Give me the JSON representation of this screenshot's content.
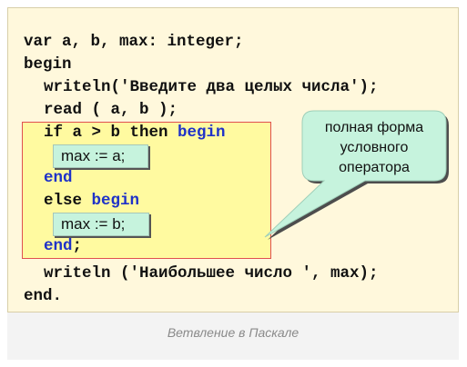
{
  "code": {
    "line1": "var a, b, max: integer;",
    "line2": "begin",
    "line3": "writeln('Введите два целых числа');",
    "line4": "read ( a, b );",
    "line5_a": "if a > b then ",
    "line5_b": "begin",
    "line6": "max := a;",
    "line7": "end",
    "line8_a": "else ",
    "line8_b": "begin",
    "line9": "max := b;",
    "line10_a": "end",
    "line10_b": ";",
    "line11": "writeln ('Наибольшее число ', max);",
    "line12": "end."
  },
  "callout": {
    "line1": "полная форма",
    "line2": "условного",
    "line3": "оператора"
  },
  "caption": "Ветвление в Паскале",
  "colors": {
    "slide_background": "#fff8dc",
    "keyword": "#1f32c8",
    "highlight_fill": "#fffaa0",
    "highlight_border": "#e05050",
    "assignment_fill": "#c6f3dd",
    "callout_fill": "#c6f3dd"
  }
}
